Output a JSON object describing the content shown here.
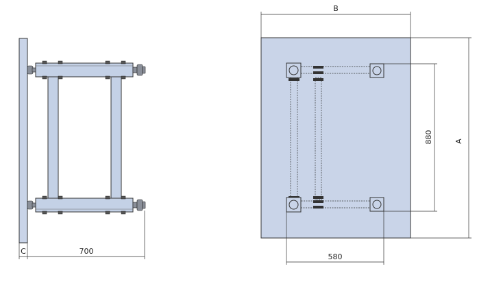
{
  "drawing": {
    "colors": {
      "panel": "#c9d4e8",
      "frame": "#c4d1e6",
      "line": "#333333",
      "background": "#ffffff"
    },
    "side_view": {
      "dimensions": {
        "depth_label": "700",
        "wall_gap_label": "C"
      }
    },
    "top_view": {
      "dimensions": {
        "width_label": "B",
        "height_label": "A",
        "inner_height_label": "880",
        "inner_width_label": "580"
      }
    }
  }
}
